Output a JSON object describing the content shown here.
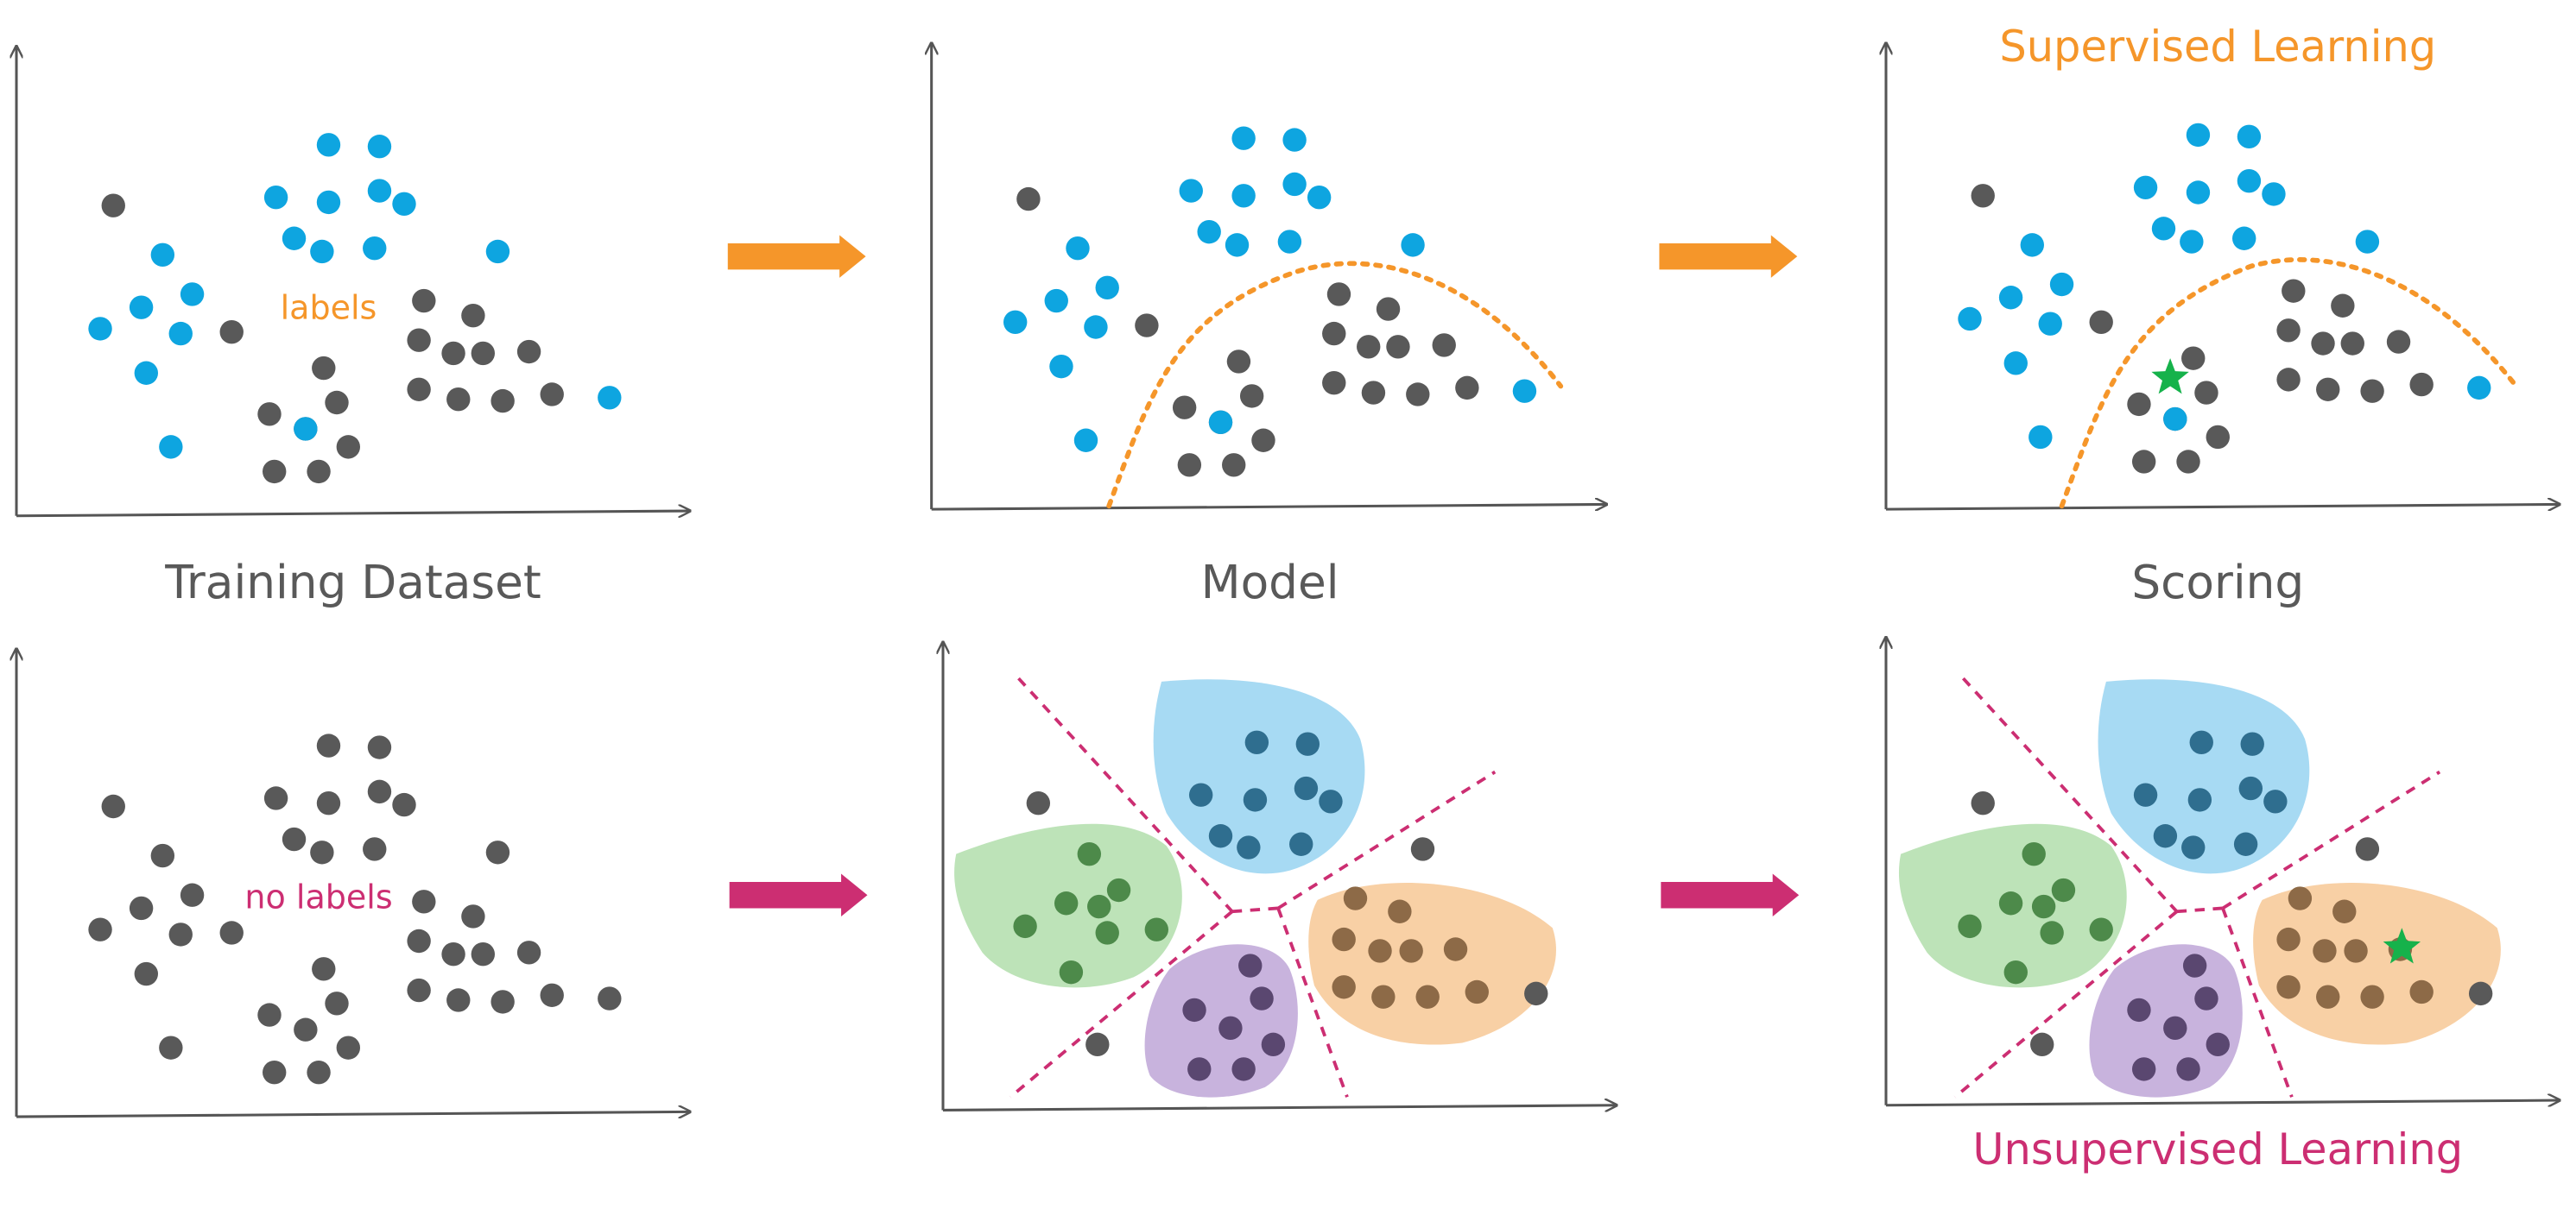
{
  "titles": {
    "supervised": "Supervised Learning",
    "unsupervised": "Unsupervised Learning"
  },
  "captions": {
    "training": "Training Dataset",
    "model": "Model",
    "scoring": "Scoring"
  },
  "annotations": {
    "labels": "labels",
    "no_labels": "no labels"
  },
  "colors": {
    "labeled_point": "#0ea5e0",
    "unlabeled_point": "#595959",
    "supervised_accent": "#f5962a",
    "unsupervised_accent": "#cc2e72",
    "new_point_star": "#16b24b",
    "cluster_blue": "#a7daf3",
    "cluster_green": "#bde3b8",
    "cluster_purple": "#c8b3dd",
    "cluster_orange": "#f8d0a5",
    "caption_text": "#595959",
    "axis": "#555555"
  },
  "icons": {
    "flow_arrow": "arrow-right-icon",
    "new_point": "star-icon"
  }
}
